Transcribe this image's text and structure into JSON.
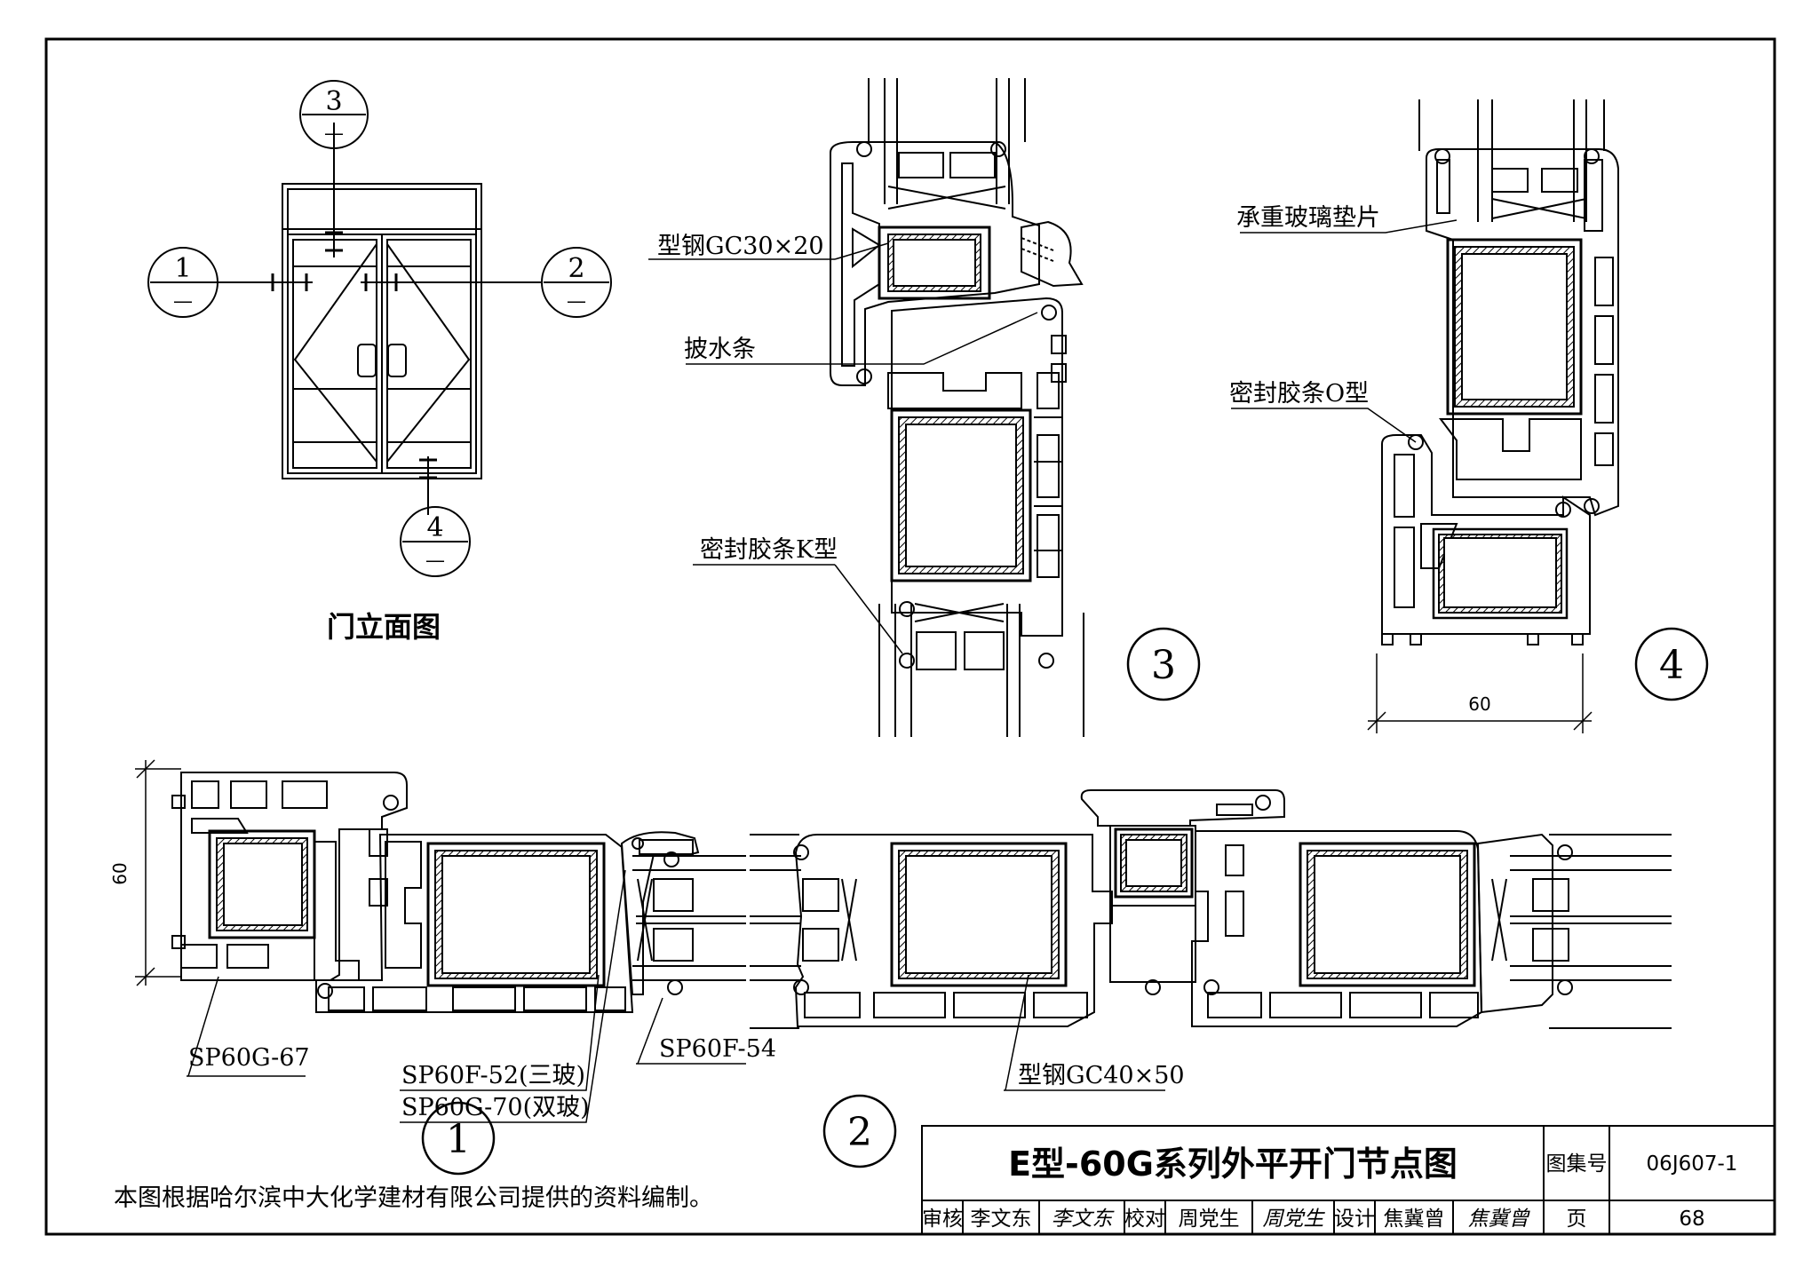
{
  "elevation": {
    "caption": "门立面图",
    "callouts": [
      {
        "num": "1",
        "sub": "—"
      },
      {
        "num": "2",
        "sub": "—"
      },
      {
        "num": "3",
        "sub": "—"
      },
      {
        "num": "4",
        "sub": "—"
      }
    ]
  },
  "detail_numbers": [
    "1",
    "2",
    "3",
    "4"
  ],
  "labels": {
    "steel_gc30x20": "型钢GC30×20",
    "drip_strip": "披水条",
    "seal_k": "密封胶条K型",
    "glass_setting_block": "承重玻璃垫片",
    "seal_o": "密封胶条O型",
    "steel_gc40x50": "型钢GC40×50",
    "sp60g_67": "SP60G-67",
    "sp60f_52": "SP60F-52(三玻)",
    "sp60g_70": "SP60G-70(双玻)",
    "sp60f_54": "SP60F-54"
  },
  "dimensions": {
    "detail4_width": "60",
    "detail1_height": "60"
  },
  "title_block": {
    "title": "E型-60G系列外平开门节点图",
    "atlas_label": "图集号",
    "atlas_value": "06J607-1",
    "page_label": "页",
    "page_value": "68",
    "review_label": "审核",
    "reviewer": "李文东",
    "reviewer_sig": "李文东",
    "check_label": "校对",
    "checker": "周党生",
    "checker_sig": "周党生",
    "design_label": "设计",
    "designer": "焦冀曾",
    "designer_sig": "焦冀曾"
  },
  "note": "本图根据哈尔滨中大化学建材有限公司提供的资料编制。"
}
